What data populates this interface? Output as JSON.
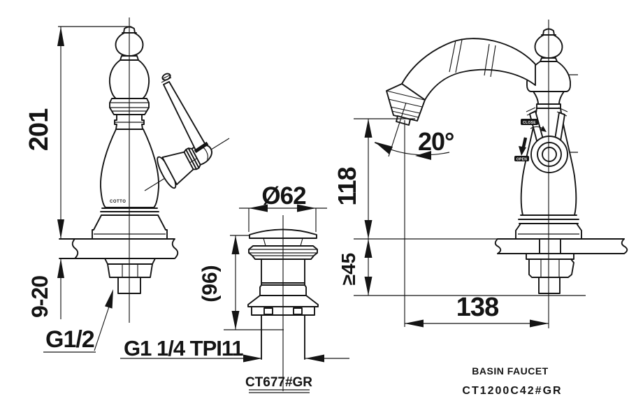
{
  "drawing": {
    "background": "#ffffff",
    "line_color": "#141414",
    "left_view": {
      "logo": "COTTO",
      "dim_height": "201",
      "dim_deck_thickness": "9-20",
      "label_inlet_thread": "G1/2"
    },
    "drain_view": {
      "dim_cap_diameter": "Ø62",
      "dim_body_height": "(96)",
      "label_thread": "G1 1/4 TPI11",
      "model": "CT677#GR"
    },
    "front_view": {
      "dim_spout_height": "118",
      "dim_min_clearance": "≥45",
      "dim_spout_reach": "138",
      "dim_outlet_angle": "20°",
      "label_close": "CLOSE",
      "label_open": "OPEN"
    },
    "footer": {
      "product_name": "BASIN FAUCET",
      "model": "CT1200C42#GR"
    }
  }
}
